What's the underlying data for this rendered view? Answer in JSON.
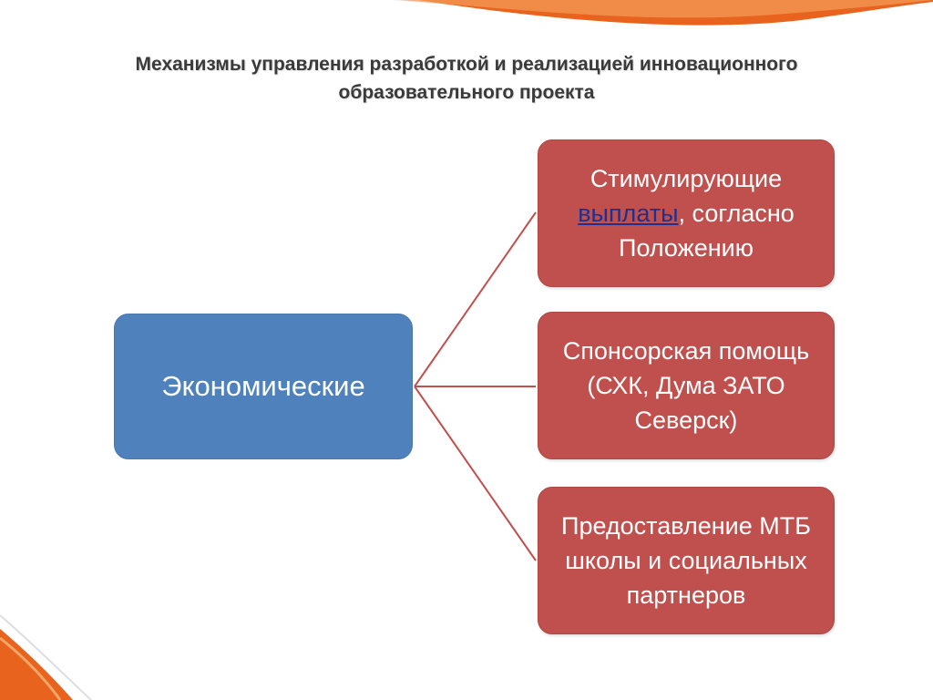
{
  "title": {
    "line1": "Механизмы управления разработкой и реализацией инновационного",
    "line2": "образовательного проекта"
  },
  "diagram": {
    "root": {
      "label": "Экономические"
    },
    "children": [
      {
        "line1_part": "Стимулирующие",
        "link_text": "выплаты",
        "line2_rest": ", согласно",
        "line3": "Положению"
      },
      {
        "line1": "Спонсорская помощь",
        "line2": "(СХК, Дума ЗАТО",
        "line3": "Северск)"
      },
      {
        "line1": "Предоставление МТБ",
        "line2": "школы и социальных",
        "line3": "партнеров"
      }
    ]
  },
  "colors": {
    "root_fill": "#4f81bd",
    "child_fill": "#c0504d",
    "connector": "#c0504d",
    "accent_orange": "#e8641e"
  }
}
